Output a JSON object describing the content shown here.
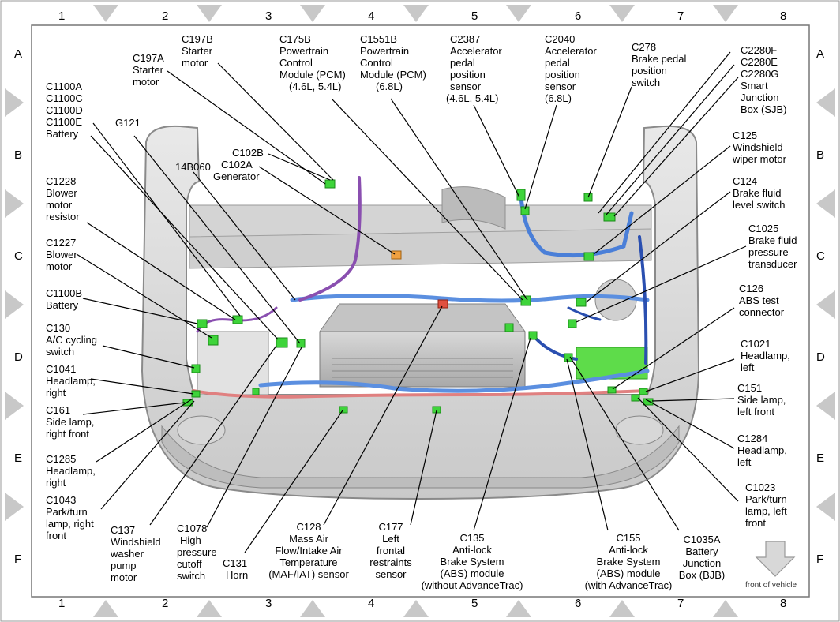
{
  "grid": {
    "columns": [
      "1",
      "2",
      "3",
      "4",
      "5",
      "6",
      "7",
      "8"
    ],
    "rows": [
      "A",
      "B",
      "C",
      "D",
      "E",
      "F"
    ]
  },
  "labels": {
    "c197b": [
      "C197B",
      "Starter",
      "motor"
    ],
    "c197a": [
      "C197A",
      "Starter",
      "motor"
    ],
    "c175b": [
      "C175B",
      "Powertrain",
      "Control",
      "Module (PCM)",
      "(4.6L, 5.4L)"
    ],
    "c1551b": [
      "C1551B",
      "Powertrain",
      "Control",
      "Module (PCM)",
      "(6.8L)"
    ],
    "c2387": [
      "C2387",
      "Accelerator",
      "pedal",
      "position",
      "sensor",
      "(4.6L, 5.4L)"
    ],
    "c2040": [
      "C2040",
      "Accelerator",
      "pedal",
      "position",
      "sensor",
      "(6.8L)"
    ],
    "c278": [
      "C278",
      "Brake pedal",
      "position",
      "switch"
    ],
    "c2280": [
      "C2280F",
      "C2280E",
      "C2280G",
      "Smart",
      "Junction",
      "Box (SJB)"
    ],
    "c1100a": [
      "C1100A",
      "C1100C",
      "C1100D",
      "C1100E",
      "Battery"
    ],
    "g121": [
      "G121"
    ],
    "c102": [
      "C102B",
      "C102A",
      "Generator"
    ],
    "b14060": [
      "14B060"
    ],
    "c125": [
      "C125",
      "Windshield",
      "wiper motor"
    ],
    "c124": [
      "C124",
      "Brake fluid",
      "level switch"
    ],
    "c1228": [
      "C1228",
      "Blower",
      "motor",
      "resistor"
    ],
    "c1025": [
      "C1025",
      "Brake fluid",
      "pressure",
      "transducer"
    ],
    "c1227": [
      "C1227",
      "Blower",
      "motor"
    ],
    "c1100b": [
      "C1100B",
      "Battery"
    ],
    "c126": [
      "C126",
      "ABS test",
      "connector"
    ],
    "c130": [
      "C130",
      "A/C cycling",
      "switch"
    ],
    "c1021": [
      "C1021",
      "Headlamp,",
      "left"
    ],
    "c1041": [
      "C1041",
      "Headlamp,",
      "right"
    ],
    "c151": [
      "C151",
      "Side lamp,",
      "left front"
    ],
    "c161": [
      "C161",
      "Side lamp,",
      "right front"
    ],
    "c1284": [
      "C1284",
      "Headlamp,",
      "left"
    ],
    "c1285": [
      "C1285",
      "Headlamp,",
      "right"
    ],
    "c1023": [
      "C1023",
      "Park/turn",
      "lamp, left",
      "front"
    ],
    "c1043": [
      "C1043",
      "Park/turn",
      "lamp, right",
      "front"
    ],
    "c137": [
      "C137",
      "Windshield",
      "washer",
      "pump",
      "motor"
    ],
    "c1078": [
      "C1078",
      "High",
      "pressure",
      "cutoff",
      "switch"
    ],
    "c131": [
      "C131",
      "Horn"
    ],
    "c128": [
      "C128",
      "Mass Air",
      "Flow/Intake Air",
      "Temperature",
      "(MAF/IAT) sensor"
    ],
    "c177": [
      "C177",
      "Left",
      "frontal",
      "restraints",
      "sensor"
    ],
    "c135": [
      "C135",
      "Anti-lock",
      "Brake System",
      "(ABS) module",
      "(without AdvanceTrac)"
    ],
    "c155": [
      "C155",
      "Anti-lock",
      "Brake System",
      "(ABS) module",
      "(with AdvanceTrac)"
    ],
    "c1035a": [
      "C1035A",
      "Battery",
      "Junction",
      "Box (BJB)"
    ]
  },
  "front_label": "front of vehicle"
}
